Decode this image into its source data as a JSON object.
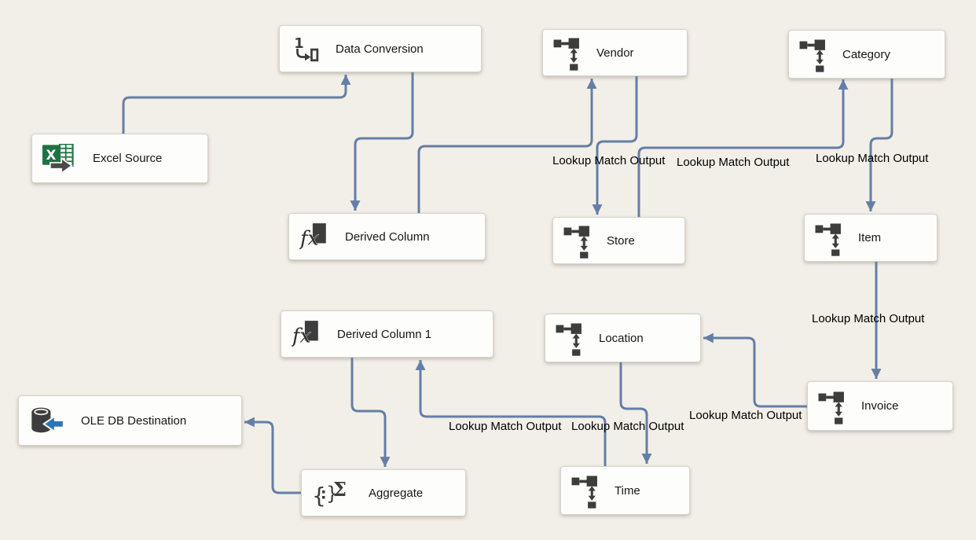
{
  "canvas": {
    "background_color": "#F2EFE8",
    "connector_color": "#647EA6",
    "node_fill": "#FDFDFC",
    "node_border": "#D6D3CB",
    "icon_dark": "#3D3D3D",
    "excel_green": "#1F7244",
    "oledb_arrow_blue": "#2E74B5"
  },
  "nodes": [
    {
      "id": "data-conversion",
      "label": "Data Conversion",
      "icon": "data-conversion-icon"
    },
    {
      "id": "vendor",
      "label": "Vendor",
      "icon": "lookup-icon"
    },
    {
      "id": "category",
      "label": "Category",
      "icon": "lookup-icon"
    },
    {
      "id": "excel-source",
      "label": "Excel Source",
      "icon": "excel-source-icon"
    },
    {
      "id": "derived-column",
      "label": "Derived Column",
      "icon": "derived-column-icon"
    },
    {
      "id": "store",
      "label": "Store",
      "icon": "lookup-icon"
    },
    {
      "id": "item",
      "label": "Item",
      "icon": "lookup-icon"
    },
    {
      "id": "derived-column-1",
      "label": "Derived Column 1",
      "icon": "derived-column-icon"
    },
    {
      "id": "location",
      "label": "Location",
      "icon": "lookup-icon"
    },
    {
      "id": "invoice",
      "label": "Invoice",
      "icon": "lookup-icon"
    },
    {
      "id": "ole-db-destination",
      "label": "OLE DB Destination",
      "icon": "ole-db-destination-icon"
    },
    {
      "id": "aggregate",
      "label": "Aggregate",
      "icon": "aggregate-icon"
    },
    {
      "id": "time",
      "label": "Time",
      "icon": "lookup-icon"
    }
  ],
  "edges": [
    {
      "from": "excel-source",
      "to": "data-conversion",
      "label": ""
    },
    {
      "from": "data-conversion",
      "to": "derived-column",
      "label": ""
    },
    {
      "from": "derived-column",
      "to": "vendor",
      "label": ""
    },
    {
      "from": "vendor",
      "to": "store",
      "label": "Lookup Match Output"
    },
    {
      "from": "store",
      "to": "category",
      "label": "Lookup Match Output"
    },
    {
      "from": "category",
      "to": "item",
      "label": "Lookup Match Output"
    },
    {
      "from": "item",
      "to": "invoice",
      "label": "Lookup Match Output"
    },
    {
      "from": "invoice",
      "to": "location",
      "label": "Lookup Match Output"
    },
    {
      "from": "location",
      "to": "time",
      "label": "Lookup Match Output"
    },
    {
      "from": "time",
      "to": "derived-column-1",
      "label": "Lookup Match Output"
    },
    {
      "from": "derived-column-1",
      "to": "aggregate",
      "label": ""
    },
    {
      "from": "aggregate",
      "to": "ole-db-destination",
      "label": ""
    }
  ]
}
